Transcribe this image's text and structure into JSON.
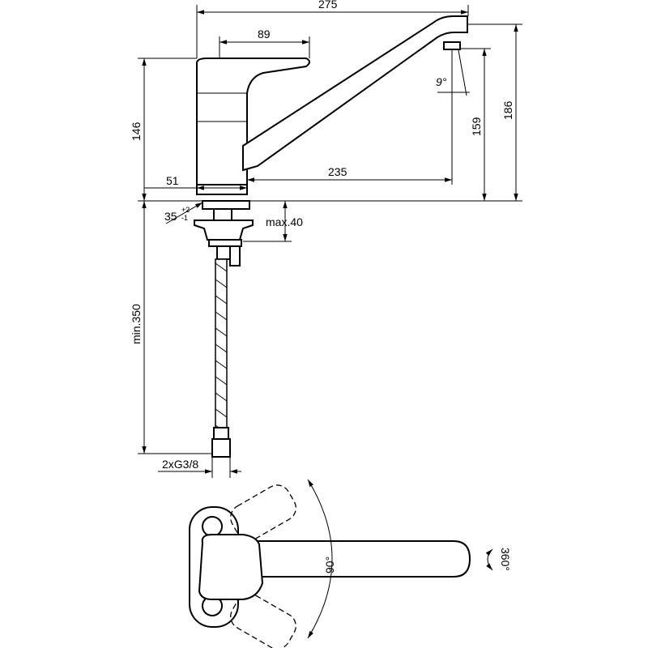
{
  "dimensions": {
    "overall_length": "275",
    "lever_length": "89",
    "spout_angle": "9°",
    "total_height": "186",
    "spout_height": "159",
    "lever_height": "146",
    "body_width": "51",
    "spout_reach": "235",
    "hole_diameter": "35",
    "hole_tol_plus": "+2",
    "hole_tol_minus": "-1",
    "deck_thickness": "max.40",
    "hose_length": "min.350",
    "connection": "2xG3/8",
    "lever_rotation": "90°",
    "spout_rotation": "360°"
  }
}
